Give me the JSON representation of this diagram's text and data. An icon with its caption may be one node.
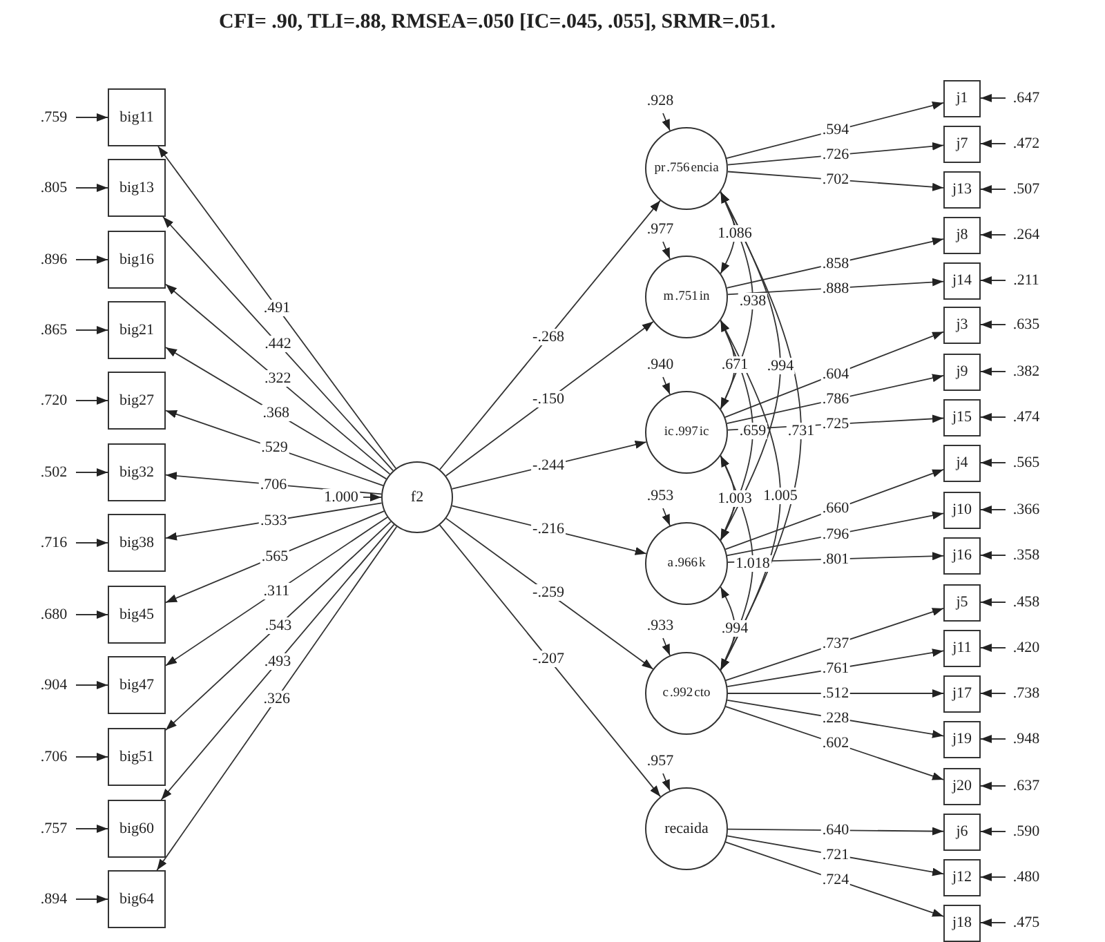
{
  "diagram": {
    "title": "CFI= .90, TLI=.88, RMSEA=.050 [IC=.045, .055], SRMR=.051.",
    "nodes": [
      {
        "text": [
          "big11"
        ]
      },
      {
        "text": [
          "big13"
        ]
      },
      {
        "text": [
          "big16"
        ]
      },
      {
        "text": [
          "big21"
        ]
      },
      {
        "text": [
          "big27"
        ]
      },
      {
        "text": [
          "big32"
        ]
      },
      {
        "text": [
          "big38"
        ]
      },
      {
        "text": [
          "big45"
        ]
      },
      {
        "text": [
          "big47"
        ]
      },
      {
        "text": [
          "big51"
        ]
      },
      {
        "text": [
          "big60"
        ]
      },
      {
        "text": [
          "big64"
        ]
      },
      {
        "text": [
          "f2"
        ]
      },
      {
        "text": [
          "pr",
          ".756",
          "encia"
        ]
      },
      {
        "text": [
          "m",
          ".751",
          "in"
        ]
      },
      {
        "text": [
          "ic",
          ".997",
          "ic"
        ]
      },
      {
        "text": [
          "a",
          ".966",
          "k"
        ]
      },
      {
        "text": [
          "c",
          ".992",
          "cto"
        ]
      },
      {
        "text": [
          "recaida"
        ]
      },
      {
        "text": [
          "j1"
        ]
      },
      {
        "text": [
          "j7"
        ]
      },
      {
        "text": [
          "j13"
        ]
      },
      {
        "text": [
          "j8"
        ]
      },
      {
        "text": [
          "j14"
        ]
      },
      {
        "text": [
          "j3"
        ]
      },
      {
        "text": [
          "j9"
        ]
      },
      {
        "text": [
          "j15"
        ]
      },
      {
        "text": [
          "j4"
        ]
      },
      {
        "text": [
          "j10"
        ]
      },
      {
        "text": [
          "j16"
        ]
      },
      {
        "text": [
          "j5"
        ]
      },
      {
        "text": [
          "j11"
        ]
      },
      {
        "text": [
          "j17"
        ]
      },
      {
        "text": [
          "j19"
        ]
      },
      {
        "text": [
          "j20"
        ]
      },
      {
        "text": [
          "j6"
        ]
      },
      {
        "text": [
          "j12"
        ]
      },
      {
        "text": [
          "j18"
        ]
      }
    ],
    "edges": [
      {
        "from": null,
        "to": 0,
        "arrow": "to",
        "label": ".759"
      },
      {
        "from": null,
        "to": 1,
        "arrow": "to",
        "label": ".805"
      },
      {
        "from": null,
        "to": 2,
        "arrow": "to",
        "label": ".896"
      },
      {
        "from": null,
        "to": 3,
        "arrow": "to",
        "label": ".865"
      },
      {
        "from": null,
        "to": 4,
        "arrow": "to",
        "label": ".720"
      },
      {
        "from": null,
        "to": 5,
        "arrow": "to",
        "label": ".502"
      },
      {
        "from": null,
        "to": 6,
        "arrow": "to",
        "label": ".716"
      },
      {
        "from": null,
        "to": 7,
        "arrow": "to",
        "label": ".680"
      },
      {
        "from": null,
        "to": 8,
        "arrow": "to",
        "label": ".904"
      },
      {
        "from": null,
        "to": 9,
        "arrow": "to",
        "label": ".706"
      },
      {
        "from": null,
        "to": 10,
        "arrow": "to",
        "label": ".757"
      },
      {
        "from": null,
        "to": 11,
        "arrow": "to",
        "label": ".894"
      },
      {
        "from": 12,
        "to": 0,
        "arrow": "to",
        "label": ".491"
      },
      {
        "from": 12,
        "to": 1,
        "arrow": "to",
        "label": ".442"
      },
      {
        "from": 12,
        "to": 2,
        "arrow": "to",
        "label": ".322"
      },
      {
        "from": 12,
        "to": 3,
        "arrow": "to",
        "label": ".368"
      },
      {
        "from": 12,
        "to": 4,
        "arrow": "to",
        "label": ".529"
      },
      {
        "from": 12,
        "to": 5,
        "arrow": "to",
        "label": ".706"
      },
      {
        "from": 12,
        "to": 6,
        "arrow": "to",
        "label": ".533"
      },
      {
        "from": 12,
        "to": 7,
        "arrow": "to",
        "label": ".565"
      },
      {
        "from": 12,
        "to": 8,
        "arrow": "to",
        "label": ".311"
      },
      {
        "from": 12,
        "to": 9,
        "arrow": "to",
        "label": ".543"
      },
      {
        "from": 12,
        "to": 10,
        "arrow": "to",
        "label": ".493"
      },
      {
        "from": 12,
        "to": 11,
        "arrow": "to",
        "label": ".326"
      },
      {
        "from": null,
        "to": 12,
        "arrow": "to",
        "label": "1.000"
      },
      {
        "from": 12,
        "to": 13,
        "arrow": "to",
        "label": "-.268"
      },
      {
        "from": 12,
        "to": 14,
        "arrow": "to",
        "label": "-.150"
      },
      {
        "from": 12,
        "to": 15,
        "arrow": "to",
        "label": "-.244"
      },
      {
        "from": 12,
        "to": 16,
        "arrow": "to",
        "label": "-.216"
      },
      {
        "from": 12,
        "to": 17,
        "arrow": "to",
        "label": "-.259"
      },
      {
        "from": 12,
        "to": 18,
        "arrow": "to",
        "label": "-.207"
      },
      {
        "from": 13,
        "to": 19,
        "arrow": "to",
        "label": ".594"
      },
      {
        "from": 13,
        "to": 20,
        "arrow": "to",
        "label": ".726"
      },
      {
        "from": 13,
        "to": 21,
        "arrow": "to",
        "label": ".702"
      },
      {
        "from": 14,
        "to": 22,
        "arrow": "to",
        "label": ".858"
      },
      {
        "from": 14,
        "to": 23,
        "arrow": "to",
        "label": ".888"
      },
      {
        "from": 15,
        "to": 24,
        "arrow": "to",
        "label": ".604"
      },
      {
        "from": 15,
        "to": 25,
        "arrow": "to",
        "label": ".786"
      },
      {
        "from": 15,
        "to": 26,
        "arrow": "to",
        "label": ".725"
      },
      {
        "from": 16,
        "to": 27,
        "arrow": "to",
        "label": ".660"
      },
      {
        "from": 16,
        "to": 28,
        "arrow": "to",
        "label": ".796"
      },
      {
        "from": 16,
        "to": 29,
        "arrow": "to",
        "label": ".801"
      },
      {
        "from": 17,
        "to": 30,
        "arrow": "to",
        "label": ".737"
      },
      {
        "from": 17,
        "to": 31,
        "arrow": "to",
        "label": ".761"
      },
      {
        "from": 17,
        "to": 32,
        "arrow": "to",
        "label": ".512"
      },
      {
        "from": 17,
        "to": 33,
        "arrow": "to",
        "label": ".228"
      },
      {
        "from": 17,
        "to": 34,
        "arrow": "to",
        "label": ".602"
      },
      {
        "from": 18,
        "to": 35,
        "arrow": "to",
        "label": ".640"
      },
      {
        "from": 18,
        "to": 36,
        "arrow": "to",
        "label": ".721"
      },
      {
        "from": 18,
        "to": 37,
        "arrow": "to",
        "label": ".724"
      },
      {
        "from": null,
        "to": 19,
        "arrow": "to",
        "label": ".647"
      },
      {
        "from": null,
        "to": 20,
        "arrow": "to",
        "label": ".472"
      },
      {
        "from": null,
        "to": 21,
        "arrow": "to",
        "label": ".507"
      },
      {
        "from": null,
        "to": 22,
        "arrow": "to",
        "label": ".264"
      },
      {
        "from": null,
        "to": 23,
        "arrow": "to",
        "label": ".211"
      },
      {
        "from": null,
        "to": 24,
        "arrow": "to",
        "label": ".635"
      },
      {
        "from": null,
        "to": 25,
        "arrow": "to",
        "label": ".382"
      },
      {
        "from": null,
        "to": 26,
        "arrow": "to",
        "label": ".474"
      },
      {
        "from": null,
        "to": 27,
        "arrow": "to",
        "label": ".565"
      },
      {
        "from": null,
        "to": 28,
        "arrow": "to",
        "label": ".366"
      },
      {
        "from": null,
        "to": 29,
        "arrow": "to",
        "label": ".358"
      },
      {
        "from": null,
        "to": 30,
        "arrow": "to",
        "label": ".458"
      },
      {
        "from": null,
        "to": 31,
        "arrow": "to",
        "label": ".420"
      },
      {
        "from": null,
        "to": 32,
        "arrow": "to",
        "label": ".738"
      },
      {
        "from": null,
        "to": 33,
        "arrow": "to",
        "label": ".948"
      },
      {
        "from": null,
        "to": 34,
        "arrow": "to",
        "label": ".637"
      },
      {
        "from": null,
        "to": 35,
        "arrow": "to",
        "label": ".590"
      },
      {
        "from": null,
        "to": 36,
        "arrow": "to",
        "label": ".480"
      },
      {
        "from": null,
        "to": 37,
        "arrow": "to",
        "label": ".475"
      },
      {
        "from": null,
        "to": 13,
        "arrow": "to",
        "label": ".928"
      },
      {
        "from": null,
        "to": 14,
        "arrow": "to",
        "label": ".977"
      },
      {
        "from": null,
        "to": 15,
        "arrow": "to",
        "label": ".940"
      },
      {
        "from": null,
        "to": 16,
        "arrow": "to",
        "label": ".953"
      },
      {
        "from": null,
        "to": 17,
        "arrow": "to",
        "label": ".933"
      },
      {
        "from": null,
        "to": 18,
        "arrow": "to",
        "label": ".957"
      },
      {
        "from": 13,
        "to": 14,
        "arrow": "both",
        "label": "1.086"
      },
      {
        "from": 13,
        "to": 15,
        "arrow": "both",
        "label": ".938"
      },
      {
        "from": 14,
        "to": 15,
        "arrow": "both",
        "label": ".671"
      },
      {
        "from": 13,
        "to": 16,
        "arrow": "both",
        "label": ".994"
      },
      {
        "from": 14,
        "to": 16,
        "arrow": "both",
        "label": ".659"
      },
      {
        "from": 14,
        "to": 17,
        "arrow": "both",
        "label": "1.005"
      },
      {
        "from": 15,
        "to": 16,
        "arrow": "both",
        "label": "1.003"
      },
      {
        "from": 13,
        "to": 17,
        "arrow": "both",
        "label": ".731"
      },
      {
        "from": 15,
        "to": 17,
        "arrow": "both",
        "label": "1.018"
      },
      {
        "from": 16,
        "to": 17,
        "arrow": "both",
        "label": ".994"
      }
    ]
  }
}
